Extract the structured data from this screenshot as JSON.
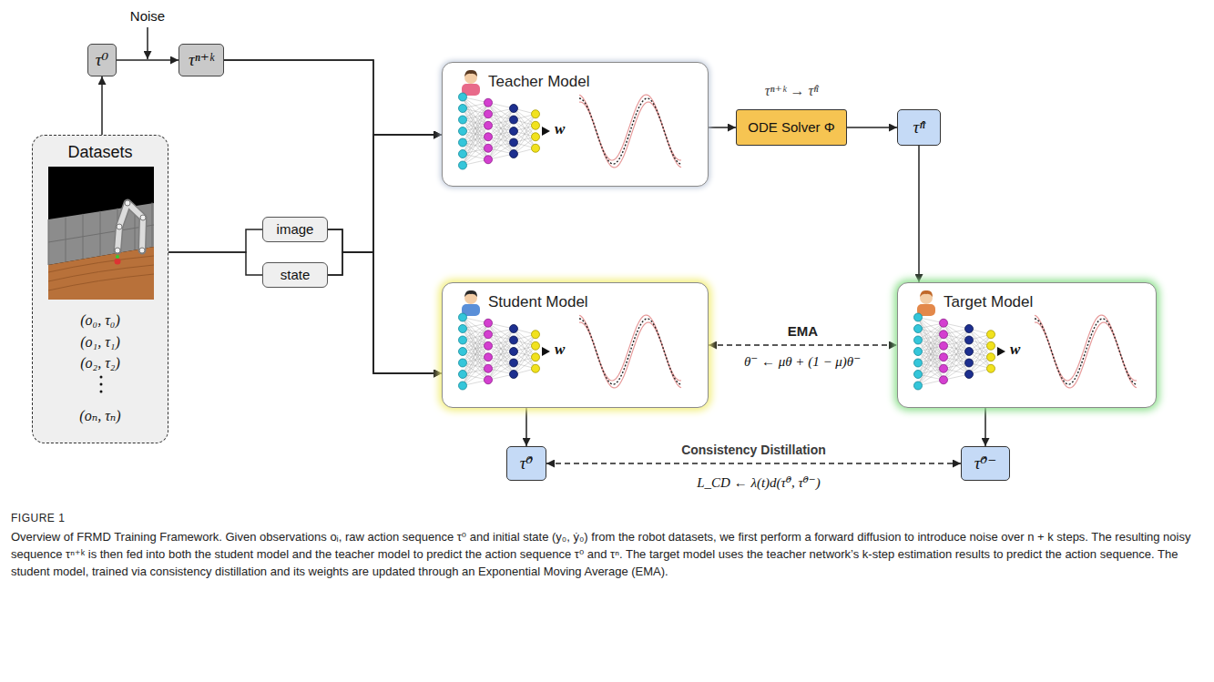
{
  "diagram": {
    "caption": "Overview of FRMD Training Framework. Given observations oᵢ, raw action sequence τ⁰ and initial state (y₀, ẏ₀) from the robot datasets, we first perform a forward diffusion to introduce noise over n + k steps. The resulting noisy sequence τⁿ⁺ᵏ is then fed into both the student model and the teacher model to predict the action sequence τ⁰ and τⁿ. The target model uses the teacher network’s k-step estimation results to predict the action sequence. The student model, trained via consistency distillation and its weights are updated through an Exponential Moving Average (EMA).",
    "nodes": [
      {
        "text": [
          "Datasets",
          "(o₀, τ₀)",
          "(o₁, τ₁)",
          "(o₂, τ₂)",
          "(oₙ, τₙ)"
        ]
      },
      {
        "text": [
          "τ⁰"
        ]
      },
      {
        "text": [
          "τⁿ⁺ᵏ"
        ]
      },
      {
        "text": [
          "image"
        ]
      },
      {
        "text": [
          "state"
        ]
      },
      {
        "text": [
          "Teacher Model",
          "w"
        ]
      },
      {
        "text": [
          "ODE Solver Φ"
        ]
      },
      {
        "text": [
          "τ̂ⁿ"
        ]
      },
      {
        "text": [
          "Student Model",
          "w"
        ]
      },
      {
        "text": [
          "Target Model",
          "w"
        ]
      },
      {
        "text": [
          "τ̂⁰"
        ]
      },
      {
        "text": [
          "τ̂⁰⁻"
        ]
      }
    ],
    "edges": [
      {
        "from": 1,
        "to": 2,
        "arrow": "to"
      },
      {
        "from": 0,
        "to": 1,
        "arrow": "to"
      },
      {
        "from": 0,
        "to": 3,
        "arrow": "none"
      },
      {
        "from": 0,
        "to": 4,
        "arrow": "none"
      },
      {
        "from": 3,
        "to": 5,
        "arrow": "to"
      },
      {
        "from": 3,
        "to": 8,
        "arrow": "to"
      },
      {
        "from": 4,
        "to": 5,
        "arrow": "to"
      },
      {
        "from": 4,
        "to": 8,
        "arrow": "to"
      },
      {
        "from": 2,
        "to": 5,
        "arrow": "to"
      },
      {
        "from": 2,
        "to": 8,
        "arrow": "to"
      },
      {
        "from": 5,
        "to": 6,
        "arrow": "to"
      },
      {
        "from": 6,
        "to": 7,
        "arrow": "to"
      },
      {
        "from": 7,
        "to": 9,
        "arrow": "to"
      },
      {
        "from": 8,
        "to": 9,
        "label": "EMA",
        "arrow": "both"
      },
      {
        "from": 8,
        "to": 10,
        "arrow": "to"
      },
      {
        "from": 9,
        "to": 11,
        "arrow": "to"
      },
      {
        "from": 10,
        "to": 11,
        "label": "Consistency Distillation",
        "arrow": "both"
      }
    ],
    "labels": [
      "Noise",
      "τⁿ⁺ᵏ → τ̂ⁿ",
      "θ⁻ ← μθ + (1 − μ)θ⁻",
      "L_CD ← λ(t)d(τ̂⁰, τ̂⁰⁻)",
      "FIGURE 1"
    ]
  }
}
